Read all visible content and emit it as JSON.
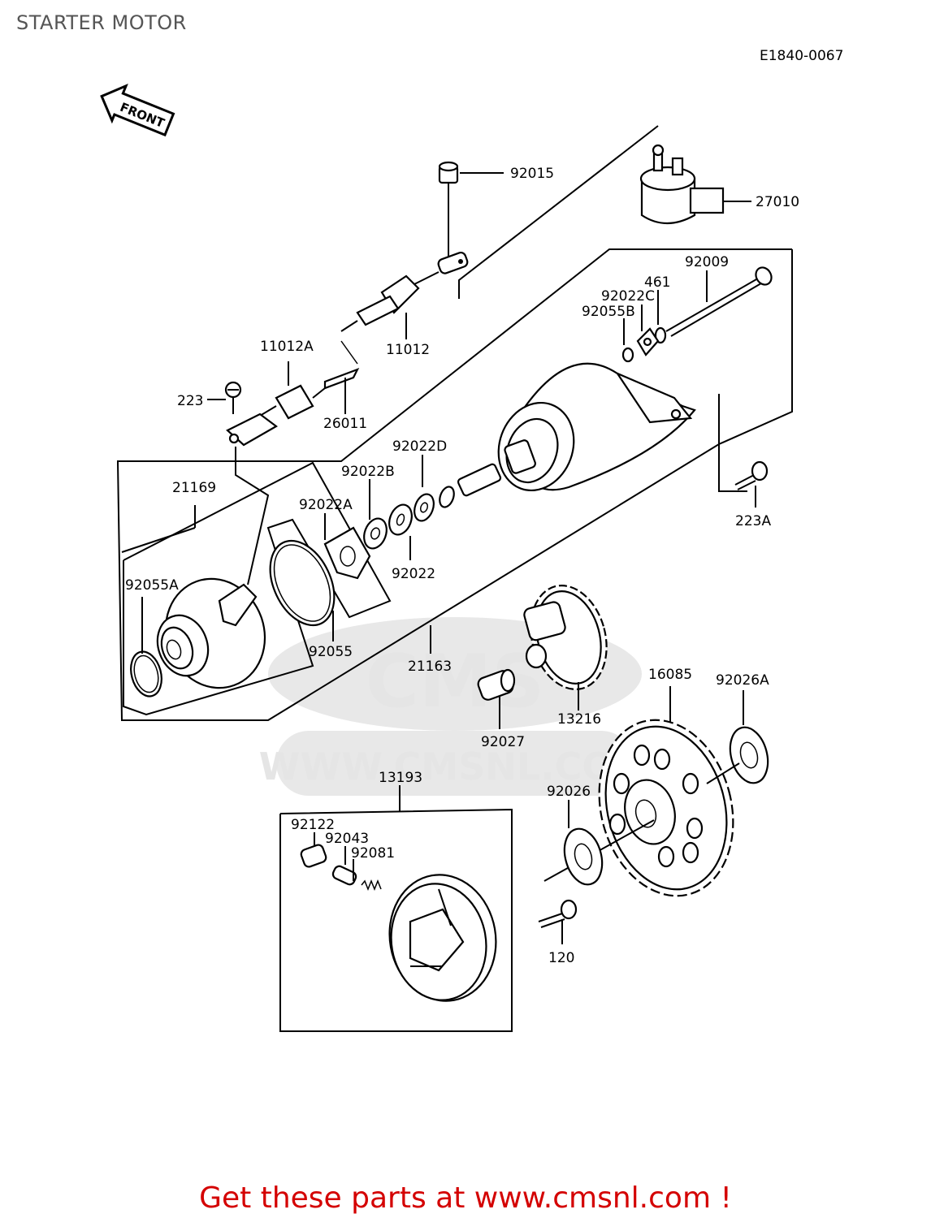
{
  "header": {
    "title": "STARTER MOTOR"
  },
  "diagram": {
    "code": "E1840-0067",
    "front_label": "FRONT",
    "watermark": {
      "brand": "CMS",
      "url": "WWW.CMSNL.COM"
    },
    "labels": {
      "p92015": "92015",
      "p27010": "27010",
      "p92009": "92009",
      "p461": "461",
      "p92022C": "92022C",
      "p92055B": "92055B",
      "p11012A": "11012A",
      "p11012": "11012",
      "p223": "223",
      "p26011": "26011",
      "p92022D": "92022D",
      "p92022B": "92022B",
      "p21169": "21169",
      "p92022A": "92022A",
      "p92022": "92022",
      "p223A": "223A",
      "p92055A": "92055A",
      "p92055": "92055",
      "p21163": "21163",
      "p16085": "16085",
      "p92026A": "92026A",
      "p13216": "13216",
      "p92027": "92027",
      "p13193": "13193",
      "p92026": "92026",
      "p92122": "92122",
      "p92043": "92043",
      "p92081": "92081",
      "p120": "120"
    }
  },
  "footer": {
    "text": "Get these parts at www.cmsnl.com !"
  }
}
